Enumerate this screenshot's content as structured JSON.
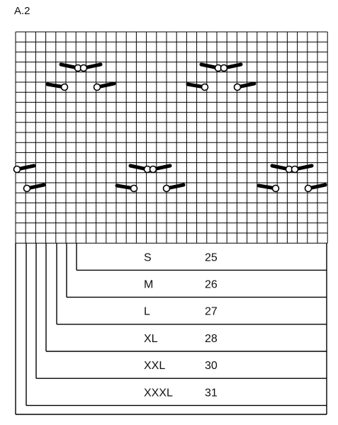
{
  "title": "A.2",
  "grid": {
    "columns": 31,
    "rows": 21,
    "line_color": "#000000",
    "symbol_color": "#000000"
  },
  "motif_icon": "cable-crossing-symbol",
  "sizes": [
    {
      "size": "S",
      "stitches": "25"
    },
    {
      "size": "M",
      "stitches": "26"
    },
    {
      "size": "L",
      "stitches": "27"
    },
    {
      "size": "XL",
      "stitches": "28"
    },
    {
      "size": "XXL",
      "stitches": "30"
    },
    {
      "size": "XXXL",
      "stitches": "31"
    }
  ]
}
